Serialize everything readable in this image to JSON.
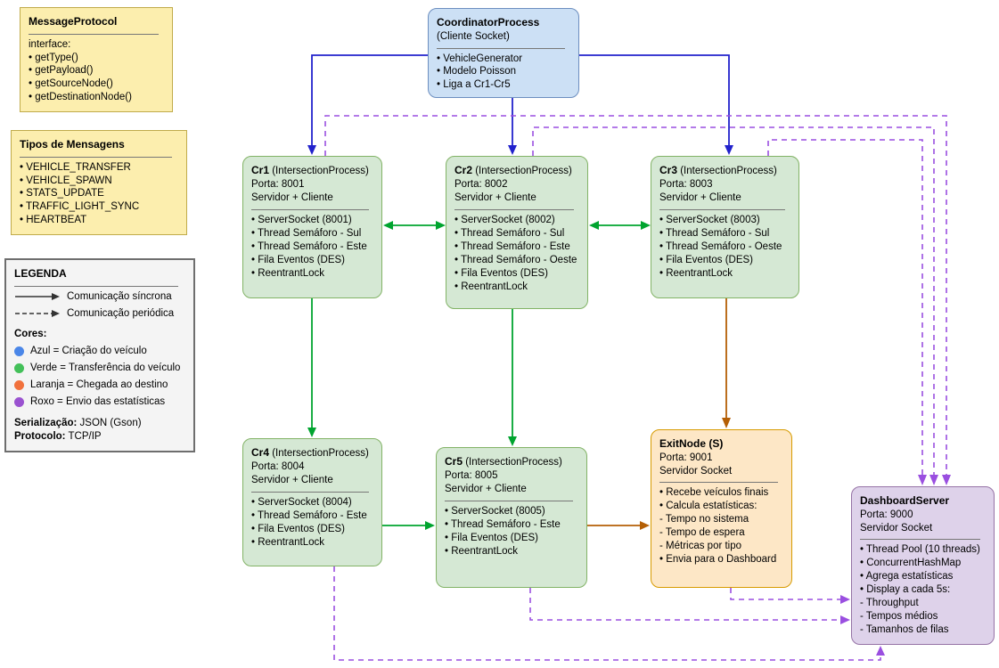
{
  "colors": {
    "blue_arrow": "#2222cc",
    "green_arrow": "#00a42f",
    "orange_arrow": "#b45f06",
    "purple_arrow": "#9a4fe0",
    "sample_arrow": "#333333"
  },
  "message_protocol": {
    "title": "MessageProtocol",
    "subtitle": "interface:",
    "items": [
      "• getType()",
      "• getPayload()",
      "• getSourceNode()",
      "• getDestinationNode()"
    ]
  },
  "message_types": {
    "title": "Tipos de Mensagens",
    "items": [
      "• VEHICLE_TRANSFER",
      "• VEHICLE_SPAWN",
      "• STATS_UPDATE",
      "• TRAFFIC_LIGHT_SYNC",
      "• HEARTBEAT"
    ]
  },
  "legend": {
    "title": "LEGENDA",
    "sync_label": "Comunicação síncrona",
    "periodic_label": "Comunicação periódica",
    "colors_title": "Cores:",
    "color_items": [
      {
        "hex": "#4a86e8",
        "label": "Azul = Criação do veículo"
      },
      {
        "hex": "#43c059",
        "label": "Verde = Transferência do veículo"
      },
      {
        "hex": "#f1713c",
        "label": "Laranja = Chegada ao destino"
      },
      {
        "hex": "#9a52d0",
        "label": "Roxo = Envio das estatísticas"
      }
    ],
    "serialization_label": "Serialização:",
    "serialization_value": "JSON (Gson)",
    "protocol_label": "Protocolo:",
    "protocol_value": "TCP/IP"
  },
  "nodes": {
    "coordinator": {
      "title": "CoordinatorProcess",
      "subtitle": "(Cliente Socket)",
      "items": [
        "• VehicleGenerator",
        "• Modelo Poisson",
        "• Liga a Cr1-Cr5"
      ]
    },
    "cr1": {
      "name": "Cr1",
      "type": "(IntersectionProcess)",
      "port": "Porta: 8001",
      "role": "Servidor + Cliente",
      "items": [
        "• ServerSocket (8001)",
        "• Thread Semáforo - Sul",
        "• Thread Semáforo - Este",
        "• Fila Eventos (DES)",
        "• ReentrantLock"
      ]
    },
    "cr2": {
      "name": "Cr2",
      "type": "(IntersectionProcess)",
      "port": "Porta: 8002",
      "role": "Servidor + Cliente",
      "items": [
        "• ServerSocket (8002)",
        "• Thread Semáforo - Sul",
        "• Thread Semáforo - Este",
        "• Thread Semáforo - Oeste",
        "• Fila Eventos (DES)",
        "• ReentrantLock"
      ]
    },
    "cr3": {
      "name": "Cr3",
      "type": "(IntersectionProcess)",
      "port": "Porta: 8003",
      "role": "Servidor + Cliente",
      "items": [
        "• ServerSocket (8003)",
        "• Thread Semáforo - Sul",
        "• Thread Semáforo - Oeste",
        "• Fila Eventos (DES)",
        "• ReentrantLock"
      ]
    },
    "cr4": {
      "name": "Cr4",
      "type": "(IntersectionProcess)",
      "port": "Porta: 8004",
      "role": "Servidor + Cliente",
      "items": [
        "• ServerSocket (8004)",
        "• Thread Semáforo - Este",
        "• Fila Eventos (DES)",
        "• ReentrantLock"
      ]
    },
    "cr5": {
      "name": "Cr5",
      "type": "(IntersectionProcess)",
      "port": "Porta: 8005",
      "role": "Servidor + Cliente",
      "items": [
        "• ServerSocket (8005)",
        "• Thread Semáforo - Este",
        "• Fila Eventos (DES)",
        "• ReentrantLock"
      ]
    },
    "exitnode": {
      "name": "ExitNode (S)",
      "type": "",
      "port": "Porta: 9001",
      "role": "Servidor Socket",
      "items": [
        "• Recebe veículos finais",
        "• Calcula estatísticas:",
        "- Tempo no sistema",
        "- Tempo de espera",
        "- Métricas por tipo",
        "• Envia para o Dashboard"
      ]
    },
    "dashboard": {
      "name": "DashboardServer",
      "type": "",
      "port": "Porta: 9000",
      "role": "Servidor Socket",
      "items": [
        "• Thread Pool (10 threads)",
        "• ConcurrentHashMap",
        "• Agrega estatísticas",
        "• Display a cada 5s:",
        "- Throughput",
        "- Tempos médios",
        "- Tamanhos de filas"
      ]
    }
  }
}
